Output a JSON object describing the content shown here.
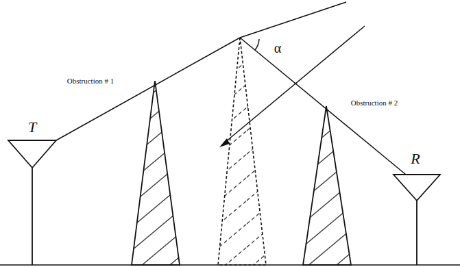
{
  "diagram": {
    "labels": [
      "T",
      "Obstruction # 1",
      "α",
      "Obstruction # 2",
      "R"
    ]
  }
}
